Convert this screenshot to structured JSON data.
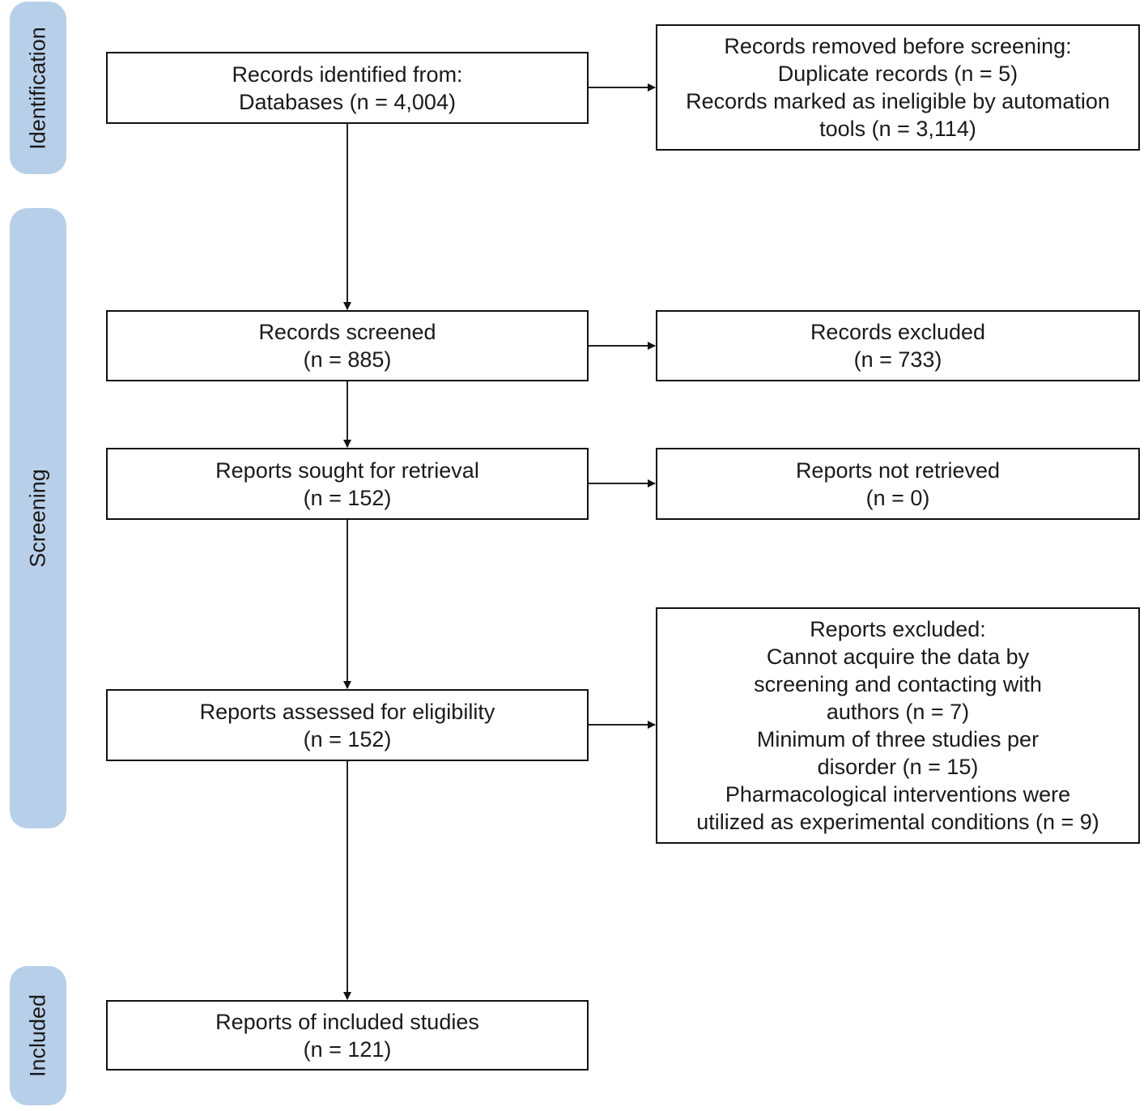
{
  "phases": {
    "identification": "Identification",
    "screening": "Screening",
    "included": "Included"
  },
  "boxes": {
    "identified": [
      "Records identified from:",
      "Databases (n = 4,004)"
    ],
    "removed": [
      "Records removed before screening:",
      "Duplicate records (n = 5)",
      "Records marked as ineligible by automation",
      "tools (n = 3,114)"
    ],
    "screened": [
      "Records screened",
      "(n = 885)"
    ],
    "excluded": [
      "Records excluded",
      "(n = 733)"
    ],
    "sought": [
      "Reports sought for retrieval",
      "(n = 152)"
    ],
    "not_retrieved": [
      "Reports not retrieved",
      "(n = 0)"
    ],
    "assessed": [
      "Reports assessed for eligibility",
      "(n = 152)"
    ],
    "reports_excluded": [
      "Reports excluded:",
      "Cannot acquire the data by",
      "screening and contacting with",
      "authors (n = 7)",
      "Minimum of three studies per",
      "disorder (n = 15)",
      "Pharmacological interventions were",
      "utilized as experimental conditions (n = 9)"
    ],
    "included_studies": [
      "Reports of included studies",
      "(n = 121)"
    ]
  }
}
